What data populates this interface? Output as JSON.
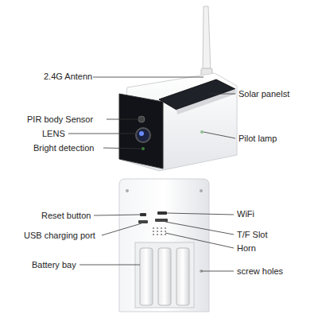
{
  "diagram": {
    "labels": [
      "2.4G Antenn",
      "Solar panelst",
      "PIR body Sensor",
      "LENS",
      "Bright detection",
      "Pilot lamp",
      "Reset button",
      "WiFi",
      "USB charging port",
      "T/F Slot",
      "Horn",
      "Battery bay",
      "screw holes"
    ]
  }
}
